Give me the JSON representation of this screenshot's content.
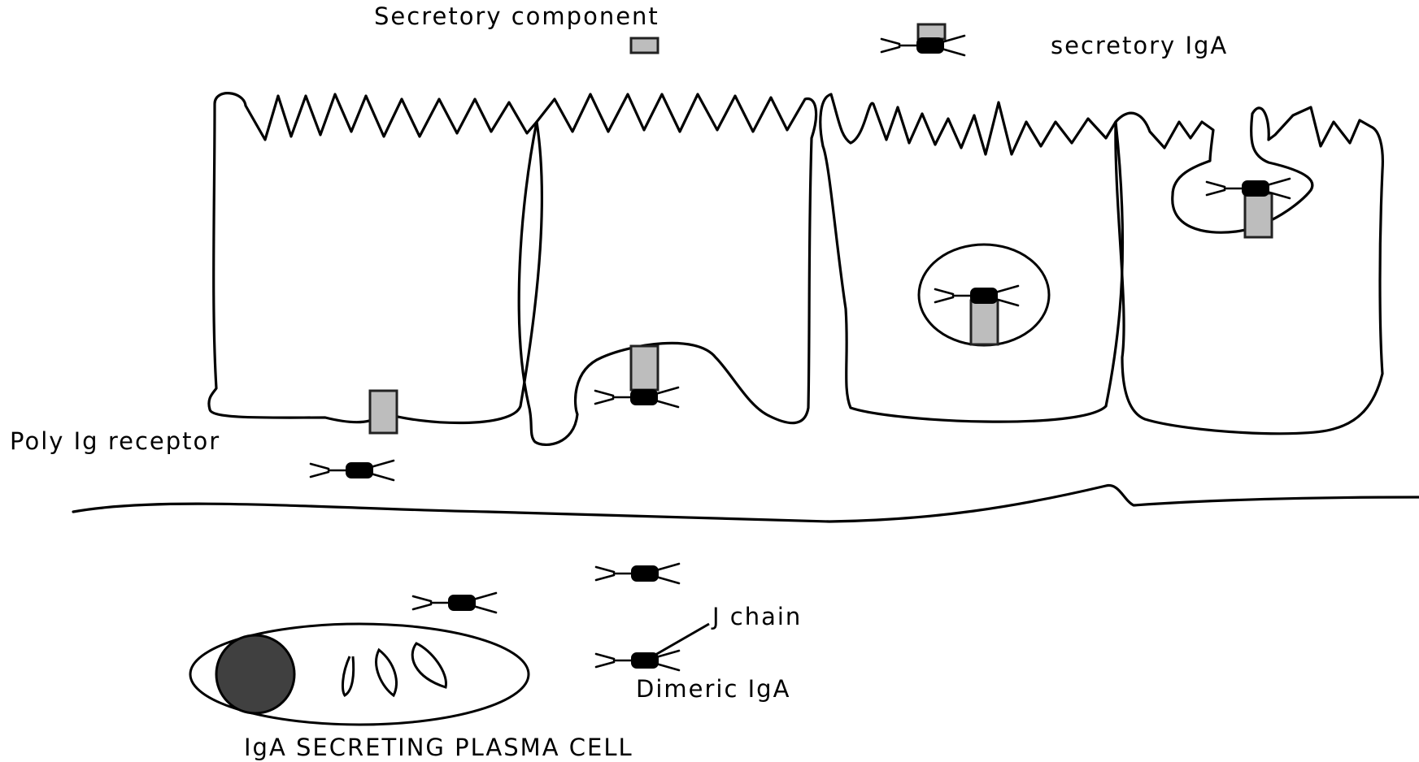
{
  "labels": {
    "secretory_component": "Secretory component",
    "secretory_iga": "secretory IgA",
    "poly_ig_receptor": "Poly Ig receptor",
    "j_chain": "J chain",
    "dimeric_iga": "Dimeric IgA",
    "plasma_cell": "IgA SECRETING PLASMA CELL"
  },
  "colors": {
    "secretory_component_fill": "#bdbdbd",
    "j_chain_fill": "#000000",
    "nucleus_fill": "#404040",
    "line": "#000000"
  }
}
